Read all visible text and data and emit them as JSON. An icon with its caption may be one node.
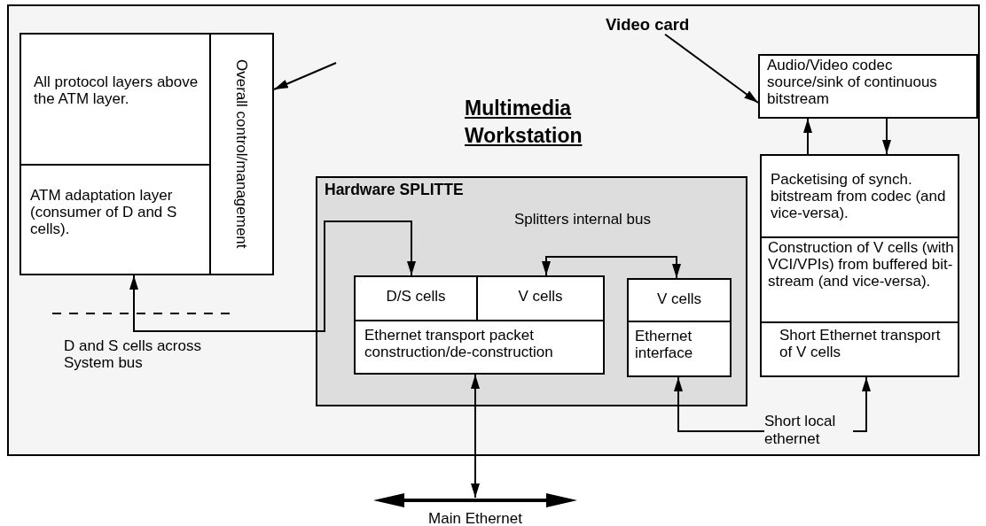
{
  "diagram": {
    "nodes": [
      {
        "text": [
          "Multimedia Workstation"
        ]
      },
      {
        "text": [
          "All protocol layers above the ATM layer."
        ],
        "in": 0
      },
      {
        "text": [
          "ATM adaptation layer (consumer of D and S cells)."
        ],
        "in": 0
      },
      {
        "text": [
          "Overall control/management"
        ],
        "in": 0
      },
      {
        "text": [
          "Hardware SPLITTE"
        ],
        "in": 0
      },
      {
        "text": [
          "D/S cells"
        ],
        "in": 4
      },
      {
        "text": [
          "V cells"
        ],
        "in": 4
      },
      {
        "text": [
          "Ethernet transport packet construction/de-construction"
        ],
        "in": 4
      },
      {
        "text": [
          "V cells"
        ],
        "in": 4
      },
      {
        "text": [
          "Ethernet interface"
        ],
        "in": 4
      },
      {
        "text": [
          "Audio/Video codec source/sink of continuous bitstream"
        ],
        "in": 0
      },
      {
        "text": [
          "Packetising  of synch. bitstream from codec (and vice-versa)."
        ],
        "in": 0
      },
      {
        "text": [
          "Construction of V cells (with VCI/VPIs) from buffered bit-stream (and vice-versa)."
        ],
        "in": 0
      },
      {
        "text": [
          "Short Ethernet transport of V cells"
        ],
        "in": 0
      },
      {
        "text": [
          "Video card"
        ],
        "in": 0
      },
      {
        "text": [
          "Main Ethernet"
        ]
      }
    ],
    "edges": [
      {
        "from": null,
        "to": 3,
        "arrow": "to"
      },
      {
        "from": 14,
        "to": 10,
        "arrow": "to"
      },
      {
        "from": 11,
        "to": 10,
        "arrow": "to"
      },
      {
        "from": 10,
        "to": 11,
        "arrow": "to"
      },
      {
        "from": 5,
        "to": 2,
        "arrow": "both",
        "label": "D and S cells across System bus"
      },
      {
        "from": 6,
        "to": 8,
        "arrow": "both",
        "label": "Splitters internal bus"
      },
      {
        "from": 7,
        "to": 15,
        "arrow": "both"
      },
      {
        "from": 9,
        "to": 13,
        "arrow": "both",
        "label": "Short local ethernet"
      }
    ]
  }
}
